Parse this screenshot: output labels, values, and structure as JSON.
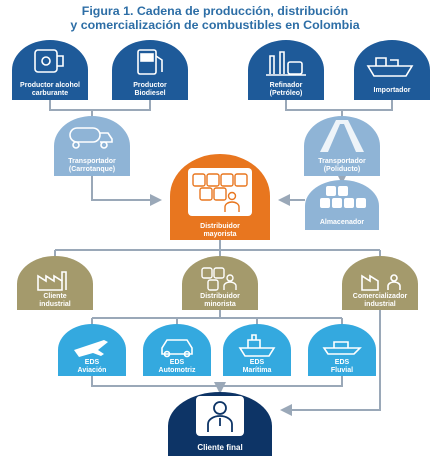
{
  "title": {
    "line1": "Figura 1. Cadena de producción, distribución",
    "line2": "y comercialización de combustibles en Colombia"
  },
  "colors": {
    "dark_blue": "#1e5a99",
    "light_blue": "#8fb4d6",
    "orange": "#e8761f",
    "olive": "#a49a6c",
    "cyan": "#34a9df",
    "navy": "#0d3466",
    "connector": "#9aa8b8"
  },
  "nodes": {
    "productor_alcohol": {
      "line1": "Productor alcohol",
      "line2": "carburante",
      "icon": "alcohol-tank-icon"
    },
    "productor_biodiesel": {
      "line1": "Productor",
      "line2": "Biodiesel",
      "icon": "fuel-pump-icon"
    },
    "refinador": {
      "line1": "Refinador",
      "line2": "(Petróleo)",
      "icon": "refinery-icon"
    },
    "importador": {
      "line1": "Importador",
      "line2": "",
      "icon": "ship-icon"
    },
    "transportador_carrotanque": {
      "line1": "Transportador",
      "line2": "(Carrotanque)",
      "icon": "tanker-truck-icon"
    },
    "transportador_poliducto": {
      "line1": "Transportador",
      "line2": "(Poliducto)",
      "icon": "pipeline-road-icon"
    },
    "distribuidor_mayorista": {
      "line1": "Distribuidor",
      "line2": "mayorista",
      "icon": "barrels-person-icon"
    },
    "almacenador": {
      "line1": "Almacenador",
      "line2": "",
      "icon": "barrels-icon"
    },
    "cliente_industrial": {
      "line1": "Cliente",
      "line2": "industrial",
      "icon": "factory-icon"
    },
    "distribuidor_minorista": {
      "line1": "Distribuidor",
      "line2": "minorista",
      "icon": "barrels-person-icon"
    },
    "comercializador_industrial": {
      "line1": "Comercializador",
      "line2": "industrial",
      "icon": "factory-person-icon"
    },
    "eds_aviacion": {
      "line1": "EDS",
      "line2": "Aviación",
      "icon": "airplane-icon"
    },
    "eds_automotriz": {
      "line1": "EDS",
      "line2": "Automotriz",
      "icon": "car-icon"
    },
    "eds_maritima": {
      "line1": "EDS",
      "line2": "Marítima",
      "icon": "ship-icon"
    },
    "eds_fluvial": {
      "line1": "EDS",
      "line2": "Fluvial",
      "icon": "boat-icon"
    },
    "cliente_final": {
      "line1": "Cliente final",
      "line2": "",
      "icon": "person-icon"
    }
  }
}
